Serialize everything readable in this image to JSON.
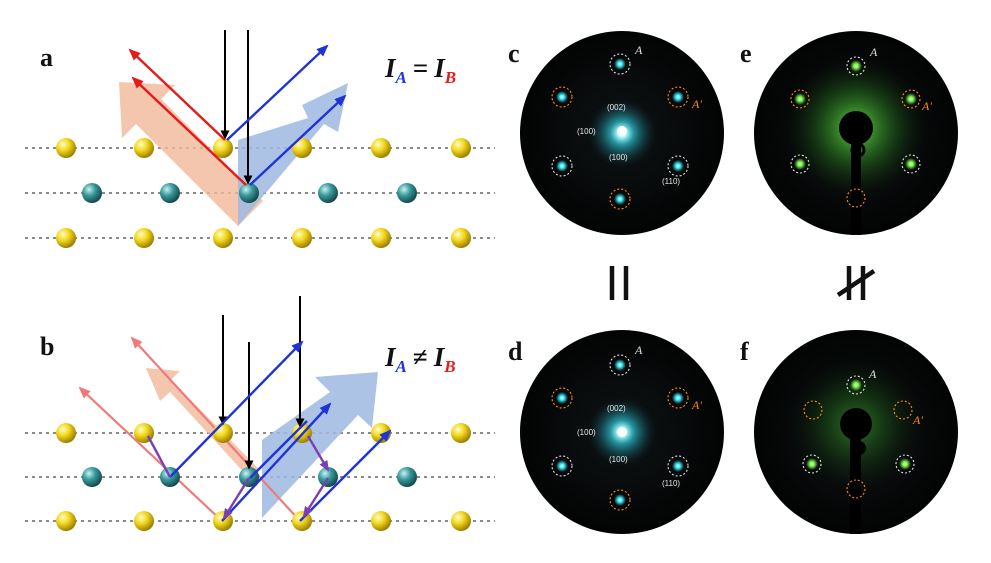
{
  "panels": {
    "a": {
      "letter": "a",
      "equation": {
        "lhs": "I",
        "lhs_sub": "A",
        "op": "=",
        "rhs": "I",
        "rhs_sub": "B"
      }
    },
    "b": {
      "letter": "b",
      "equation": {
        "lhs": "I",
        "lhs_sub": "A",
        "op": "≠",
        "rhs": "I",
        "rhs_sub": "B"
      }
    },
    "c": {
      "letter": "c",
      "spot_labels": {
        "A": "A",
        "A_prime": "A'"
      },
      "miller_labels": {
        "top": "(002)",
        "left": "(100)",
        "bottom": "(100)",
        "right": "(110)"
      }
    },
    "d": {
      "letter": "d",
      "spot_labels": {
        "A": "A",
        "A_prime": "A'"
      },
      "miller_labels": {
        "top": "(002)",
        "left": "(100)",
        "bottom": "(100)",
        "right": "(110)"
      }
    },
    "e": {
      "letter": "e",
      "spot_labels": {
        "A": "A",
        "A_prime": "A'"
      }
    },
    "f": {
      "letter": "f",
      "spot_labels": {
        "A": "A",
        "A_prime": "A'"
      }
    }
  },
  "relations": {
    "cd": "equal",
    "ef": "not-equal"
  },
  "colors": {
    "atom_top": "#f2d81c",
    "atom_mid": "#3a9a9c",
    "beam_incident": "#000000",
    "beam_A": "#e51b1b",
    "beam_B": "#1f33d6",
    "beam_mixed": "#7a3fb5",
    "wide_arrow_A": "#f3b89a",
    "wide_arrow_B": "#9fb8e0",
    "leed_cyan_spot": "#3af0ff",
    "leed_green_spot": "#7dff4a",
    "label_orange": "#ff8a1c"
  }
}
